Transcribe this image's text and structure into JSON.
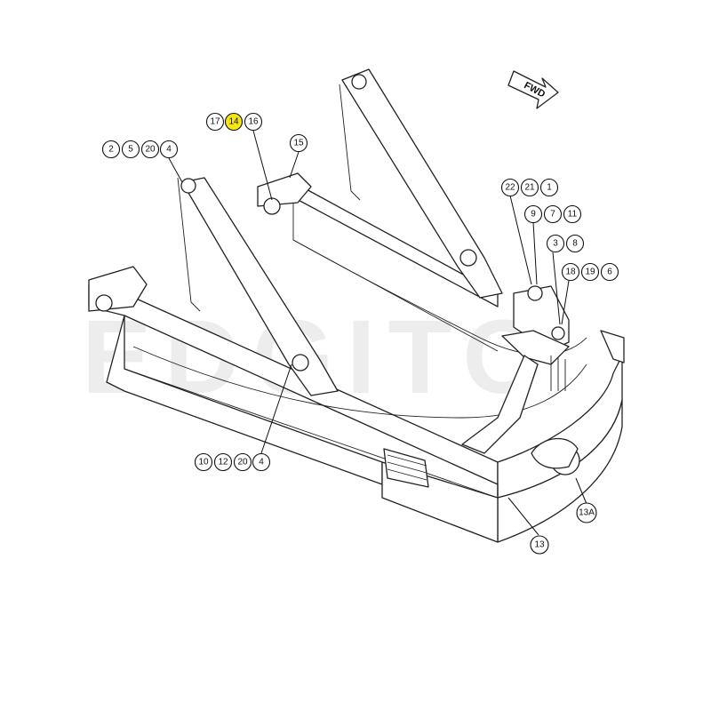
{
  "watermark": "EDGITO",
  "direction_label": "FWD",
  "colors": {
    "highlight": "#f5e617",
    "line": "#222222",
    "watermark": "#ededed"
  },
  "callouts": [
    {
      "id": "c17",
      "label": "17"
    },
    {
      "id": "c14",
      "label": "14",
      "highlighted": true
    },
    {
      "id": "c16",
      "label": "16"
    },
    {
      "id": "c2",
      "label": "2"
    },
    {
      "id": "c5",
      "label": "5"
    },
    {
      "id": "c20a",
      "label": "20"
    },
    {
      "id": "c4a",
      "label": "4"
    },
    {
      "id": "c15",
      "label": "15"
    },
    {
      "id": "c22",
      "label": "22"
    },
    {
      "id": "c21",
      "label": "21"
    },
    {
      "id": "c1",
      "label": "1"
    },
    {
      "id": "c9",
      "label": "9"
    },
    {
      "id": "c7",
      "label": "7"
    },
    {
      "id": "c11",
      "label": "11"
    },
    {
      "id": "c3",
      "label": "3"
    },
    {
      "id": "c8",
      "label": "8"
    },
    {
      "id": "c18",
      "label": "18"
    },
    {
      "id": "c19",
      "label": "19"
    },
    {
      "id": "c6",
      "label": "6"
    },
    {
      "id": "c10",
      "label": "10"
    },
    {
      "id": "c12",
      "label": "12"
    },
    {
      "id": "c20b",
      "label": "20"
    },
    {
      "id": "c4b",
      "label": "4"
    },
    {
      "id": "c13A",
      "label": "13A"
    },
    {
      "id": "c13",
      "label": "13"
    }
  ]
}
